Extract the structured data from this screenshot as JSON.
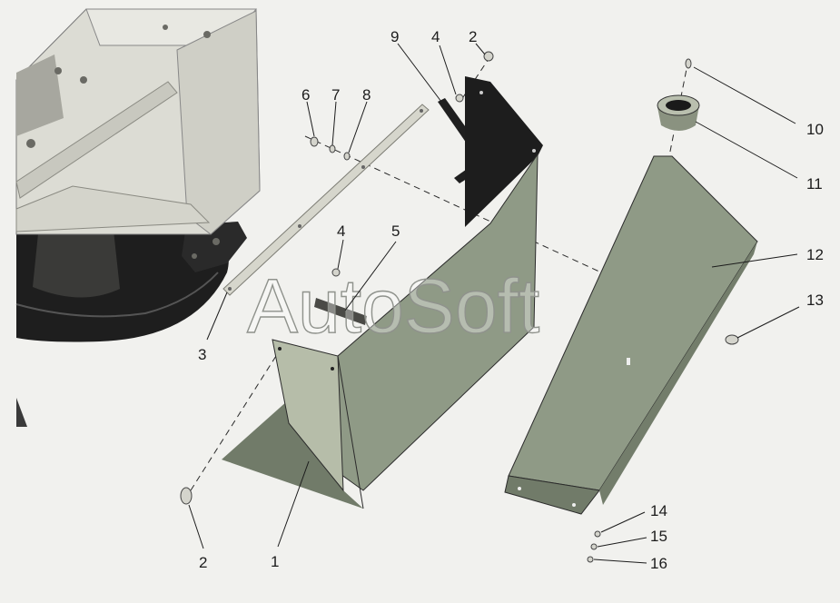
{
  "watermark": "AutoSoft",
  "callouts": [
    {
      "label": "1"
    },
    {
      "label": "2"
    },
    {
      "label": "2"
    },
    {
      "label": "3"
    },
    {
      "label": "4"
    },
    {
      "label": "4"
    },
    {
      "label": "5"
    },
    {
      "label": "6"
    },
    {
      "label": "7"
    },
    {
      "label": "8"
    },
    {
      "label": "9"
    },
    {
      "label": "10"
    },
    {
      "label": "11"
    },
    {
      "label": "12"
    },
    {
      "label": "13"
    },
    {
      "label": "14"
    },
    {
      "label": "15"
    },
    {
      "label": "16"
    }
  ],
  "colors": {
    "background": "#f1f1ee",
    "sheet_metal": "#8f9a86",
    "sheet_metal_dark": "#717b69",
    "frame_light": "#dcdcd4",
    "dark_part": "#202020",
    "label": "#1c1c1c"
  }
}
